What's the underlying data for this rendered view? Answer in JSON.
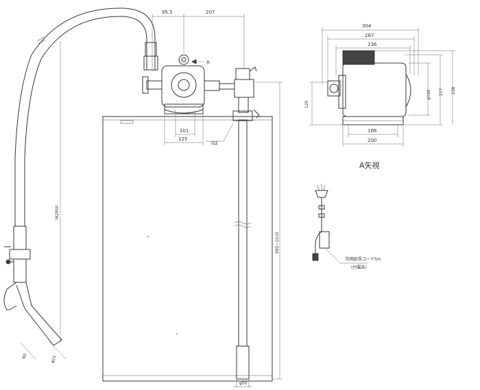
{
  "dimensions": {
    "d_95_5": "95.5",
    "d_207": "207",
    "d_101": "101",
    "d_125": "125",
    "d_g2": "G2",
    "d_120": "120",
    "d_m2950": "M2950",
    "d_995_1010": "995~1010",
    "d_60": "60",
    "d_phi21": "φ21",
    "d_phi50": "φ50",
    "d_304": "304",
    "d_267": "267",
    "d_236": "236",
    "d_phi140": "φ140",
    "d_217": "217",
    "d_238": "238",
    "d_168": "168",
    "d_200": "200"
  },
  "labels": {
    "marker_a": "A",
    "view_a": "A矢視",
    "cord_note": "防雨延長コード5m",
    "cord_note_sub": "(付属品)"
  }
}
